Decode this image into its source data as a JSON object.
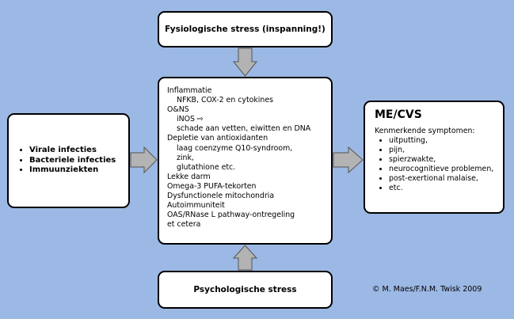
{
  "top_box": {
    "label": "Fysiologische stress (inspanning!)"
  },
  "bottom_box": {
    "label": "Psychologische stress"
  },
  "left_box": {
    "items": [
      "Virale infecties",
      "Bacteriele infecties",
      "Immuunziekten"
    ]
  },
  "center_box": {
    "lines": [
      "Inflammatie",
      "NFKB, COX-2 en cytokines",
      "O&NS",
      "iNOS ⇨",
      "schade aan vetten, eiwitten en DNA",
      "Depletie van antioxidanten",
      "laag coenzyme Q10-syndroom,",
      "zink,",
      "glutathione etc.",
      "Lekke darm",
      "Omega-3 PUFA-tekorten",
      "Dysfunctionele mitochondria",
      "Autoimmuniteit",
      "OAS/RNase L pathway-ontregeling",
      "et cetera"
    ]
  },
  "right_box": {
    "title": "ME/CVS",
    "intro": "Kenmerkende symptomen:",
    "items": [
      "uitputting,",
      "pijn,",
      "spierzwakte,",
      "neurocognitieve problemen,",
      "post-exertional malaise,",
      "etc."
    ]
  },
  "credit": "© M. Maes/F.N.M. Twisk 2009",
  "colors": {
    "background": "#9cb8e4",
    "arrow_fill": "#b3b3b3",
    "box_fill": "#ffffff"
  }
}
